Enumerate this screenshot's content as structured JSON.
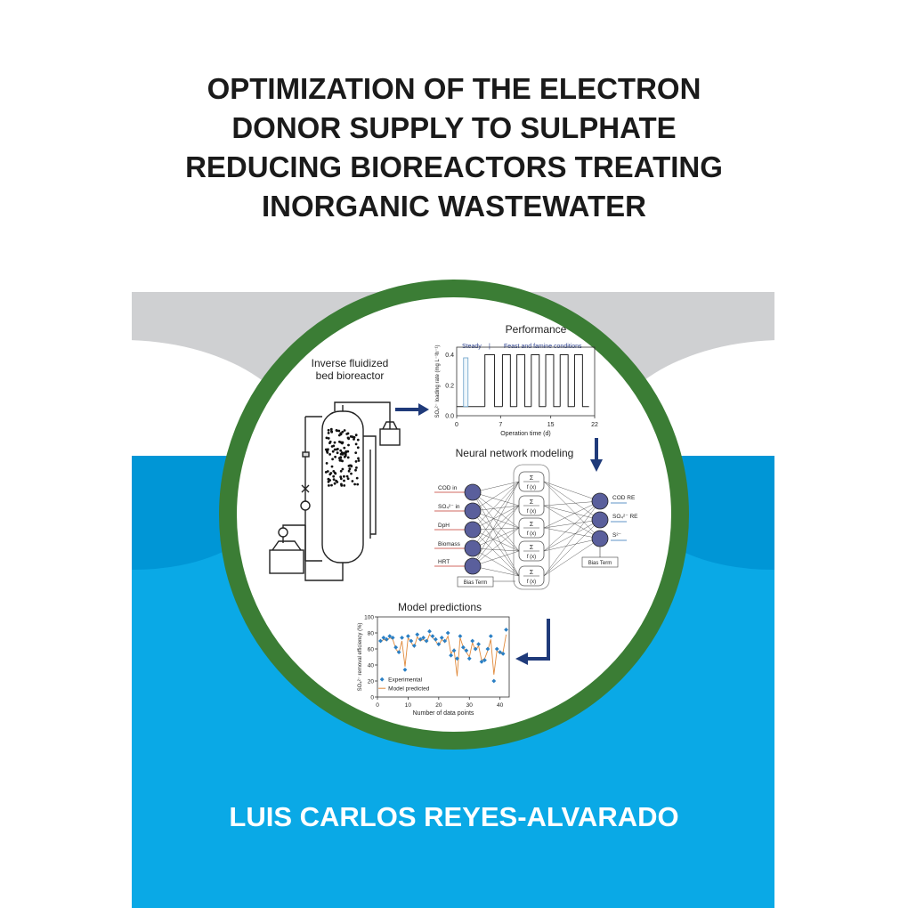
{
  "title_lines": [
    "OPTIMIZATION OF THE ELECTRON",
    "DONOR SUPPLY TO SULPHATE",
    "REDUCING BIOREACTORS TREATING",
    "INORGANIC WASTEWATER"
  ],
  "author": "LUIS CARLOS REYES-ALVARADO",
  "colors": {
    "gray": "#cfd0d2",
    "blue_dark": "#0096d6",
    "blue_light": "#0aa9e6",
    "ring": "#3b7d35",
    "cpd_purple": "#5b2a86",
    "arrow": "#1f3a7a",
    "node": "#5a5f9c"
  },
  "reactor": {
    "label_line1": "Inverse fluidized",
    "label_line2": "bed bioreactor"
  },
  "performance": {
    "title": "Performance",
    "steady": "Steady",
    "separator": "|",
    "feast": "Feast and famine conditions",
    "ylabel": "SO₄²⁻ loading rate (mg L⁻¹h⁻¹)",
    "xlabel": "Operation time (d)",
    "xticks": [
      "0",
      "7",
      "15",
      "22"
    ],
    "yticks": [
      "0.0",
      "0.2",
      "0.4"
    ]
  },
  "neural": {
    "title": "Neural network modeling",
    "inputs": [
      "COD in",
      "SO₄²⁻ in",
      "DpH",
      "Biomass",
      "HRT"
    ],
    "outputs": [
      "COD RE",
      "SO₄²⁻ RE",
      "S²⁻"
    ],
    "bias_in": "Bias Term",
    "bias_out": "Bias Term",
    "sum_symbol": "Σ",
    "fx": "f (x)"
  },
  "predictions": {
    "title": "Model predictions",
    "ylabel": "SO₄²⁻ removal efficiency (%)",
    "xlabel": "Number of data points",
    "xticks": [
      "0",
      "10",
      "20",
      "30",
      "40"
    ],
    "yticks": [
      "0",
      "20",
      "40",
      "60",
      "80",
      "100"
    ],
    "legend_exp": "Experimental",
    "legend_model": "Model predicted"
  },
  "chart_data": [
    {
      "type": "bar",
      "title": "Performance",
      "xlabel": "Operation time (d)",
      "ylabel": "SO₄²⁻ loading rate (mg L⁻¹h⁻¹)",
      "xlim": [
        0,
        22
      ],
      "ylim": [
        0,
        0.45
      ],
      "steady": {
        "x_start": 0,
        "x_end": 4.5,
        "value": 0.06
      },
      "pulses": [
        {
          "x_start": 4.5,
          "x_end": 7.3,
          "value": 0.4
        },
        {
          "x_start": 7.3,
          "x_end": 9.6,
          "value": 0.4
        },
        {
          "x_start": 9.6,
          "x_end": 11.9,
          "value": 0.4
        },
        {
          "x_start": 11.9,
          "x_end": 14.2,
          "value": 0.4
        },
        {
          "x_start": 14.2,
          "x_end": 16.5,
          "value": 0.4
        },
        {
          "x_start": 16.5,
          "x_end": 18.8,
          "value": 0.4
        },
        {
          "x_start": 18.8,
          "x_end": 21.1,
          "value": 0.4
        }
      ]
    },
    {
      "type": "scatter",
      "title": "Model predictions",
      "xlabel": "Number of data points",
      "ylabel": "SO₄²⁻ removal efficiency (%)",
      "xlim": [
        0,
        43
      ],
      "ylim": [
        0,
        100
      ],
      "series": [
        {
          "name": "Experimental",
          "values": [
            70,
            74,
            72,
            76,
            74,
            62,
            56,
            74,
            34,
            76,
            70,
            64,
            78,
            72,
            74,
            70,
            82,
            76,
            72,
            66,
            74,
            70,
            80,
            52,
            58,
            48,
            76,
            62,
            58,
            48,
            70,
            60,
            66,
            44,
            46,
            60,
            76,
            20,
            60,
            56,
            54,
            84
          ]
        },
        {
          "name": "Model predicted",
          "values": [
            68,
            72,
            70,
            74,
            72,
            60,
            55,
            70,
            38,
            74,
            68,
            62,
            75,
            70,
            72,
            68,
            78,
            74,
            70,
            64,
            72,
            68,
            76,
            54,
            60,
            26,
            74,
            62,
            56,
            50,
            68,
            58,
            64,
            46,
            48,
            58,
            72,
            28,
            58,
            54,
            56,
            78
          ]
        }
      ]
    }
  ]
}
